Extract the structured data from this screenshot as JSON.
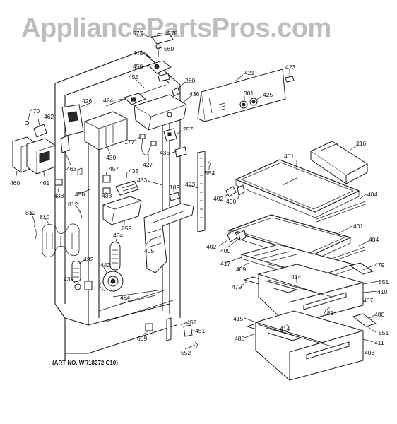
{
  "watermark": "AppliancePartsPros.com",
  "art_number": "(ART NO. WR18272 C10)",
  "part_labels": {
    "p577": "577",
    "p578": "578",
    "p560": "560",
    "p448": "448",
    "p450": "450",
    "p455": "455",
    "p280": "280",
    "p421": "421",
    "p423": "423",
    "p301": "301",
    "p425": "425",
    "p436": "436",
    "p424": "424",
    "p426": "426",
    "p470": "470",
    "p462": "462",
    "p257": "257",
    "p177": "177",
    "p427": "427",
    "p435": "435",
    "p430": "430",
    "p463": "463",
    "p460": "460",
    "p461": "461",
    "p457": "457",
    "p433": "433",
    "p453": "453",
    "p438a": "438",
    "p438b": "438",
    "p458": "458",
    "p189": "189",
    "p403": "403",
    "p554": "554",
    "p401a": "401",
    "p216": "216",
    "p402a": "402",
    "p400a": "400",
    "p404a": "404",
    "p812a": "812",
    "p812b": "812",
    "p810": "810",
    "p259": "259",
    "p401b": "401",
    "p404b": "404",
    "p434": "434",
    "p405": "405",
    "p402b": "402",
    "p400b": "400",
    "p417": "417",
    "p479a": "479",
    "p409": "409",
    "p432": "432",
    "p442": "442",
    "p414a": "414",
    "p551a": "551",
    "p431": "431",
    "p479b": "479",
    "p410": "410",
    "p454": "454",
    "p407": "407",
    "p481": "481",
    "p480a": "480",
    "p415": "415",
    "p414b": "414",
    "p551b": "551",
    "p452": "452",
    "p451": "451",
    "p609": "609",
    "p480b": "480",
    "p411": "411",
    "p408": "408",
    "p552": "552"
  }
}
